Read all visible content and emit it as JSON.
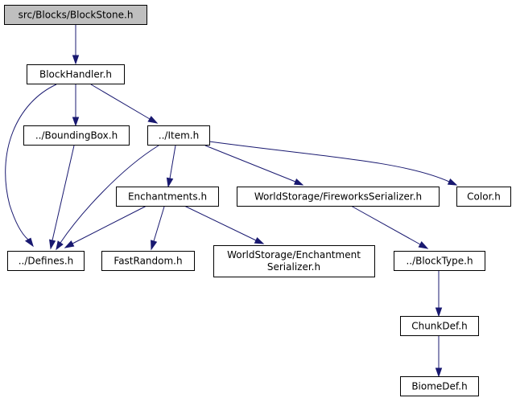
{
  "graph": {
    "nodes": {
      "blockstone": {
        "lines": [
          "src/Blocks/BlockStone.h"
        ],
        "root": true
      },
      "blockhandler": {
        "lines": [
          "BlockHandler.h"
        ]
      },
      "boundingbox": {
        "lines": [
          "../BoundingBox.h"
        ]
      },
      "item": {
        "lines": [
          "../Item.h"
        ]
      },
      "defines": {
        "lines": [
          "../Defines.h"
        ]
      },
      "enchantments": {
        "lines": [
          "Enchantments.h"
        ]
      },
      "fireworks": {
        "lines": [
          "WorldStorage/FireworksSerializer.h"
        ]
      },
      "color": {
        "lines": [
          "Color.h"
        ]
      },
      "fastrandom": {
        "lines": [
          "FastRandom.h"
        ]
      },
      "enchantser": {
        "lines": [
          "WorldStorage/Enchantment",
          "Serializer.h"
        ]
      },
      "blocktype": {
        "lines": [
          "../BlockType.h"
        ]
      },
      "chunkdef": {
        "lines": [
          "ChunkDef.h"
        ]
      },
      "biomedef": {
        "lines": [
          "BiomeDef.h"
        ]
      }
    },
    "edges": [
      {
        "from": "blockstone",
        "to": "blockhandler"
      },
      {
        "from": "blockhandler",
        "to": "defines"
      },
      {
        "from": "blockhandler",
        "to": "boundingbox"
      },
      {
        "from": "blockhandler",
        "to": "item"
      },
      {
        "from": "boundingbox",
        "to": "defines"
      },
      {
        "from": "item",
        "to": "defines"
      },
      {
        "from": "item",
        "to": "enchantments"
      },
      {
        "from": "item",
        "to": "fireworks"
      },
      {
        "from": "item",
        "to": "color"
      },
      {
        "from": "enchantments",
        "to": "defines"
      },
      {
        "from": "enchantments",
        "to": "fastrandom"
      },
      {
        "from": "enchantments",
        "to": "enchantser"
      },
      {
        "from": "fireworks",
        "to": "blocktype"
      },
      {
        "from": "blocktype",
        "to": "chunkdef"
      },
      {
        "from": "chunkdef",
        "to": "biomedef"
      }
    ]
  }
}
